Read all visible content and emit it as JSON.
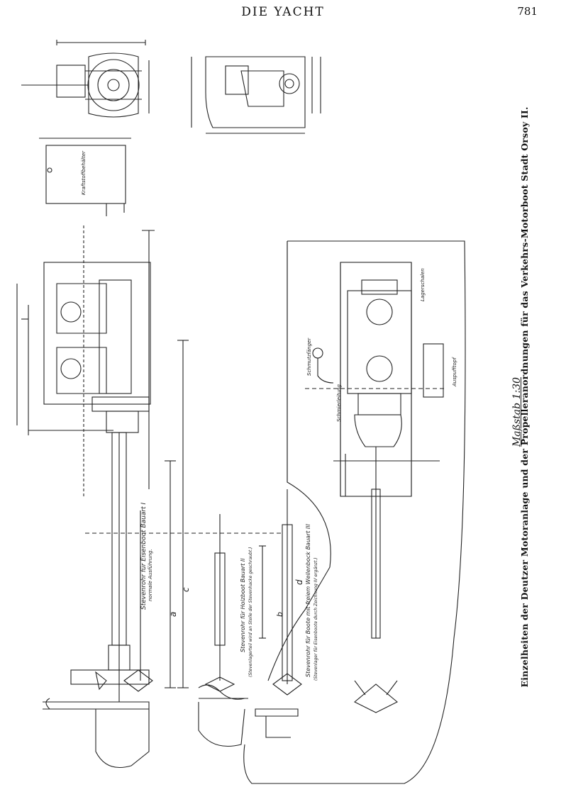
{
  "header": {
    "title": "DIE YACHT",
    "page_number": "781"
  },
  "caption": "Einzelheiten der Deutzer Motoranlage und der Propelleranordnungen für das Verkehrs-Motorboot Stadt Orsoy II.",
  "scale_note": "Maßstab 1:30",
  "labels": {
    "steven_i": "Stevenrohr für Eisenboot Bauart I",
    "steven_i_sub": "normale Ausführung.",
    "steven_ii": "Stevenrohr für Holzboot Bauart II",
    "steven_ii_sub": "(Stevenlagerteil wird an Stelle der Stevenhacke geschraubt.)",
    "steven_iii": "Stevenrohr für Boote mit freiem Wellenbock Bauart III",
    "steven_iii_sub": "(Stevenlager für Eisenboote durch Zeichnung IV ergänzt.)",
    "dim_a": "a",
    "dim_c": "c",
    "dim_d": "d",
    "dim_b": "b",
    "schmutzfaenger": "Schmutzfänger",
    "kraftstoff": "Kraftstoffbehälter",
    "auspuff": "Auspufftopf",
    "schmierleitung": "Schmierleitung",
    "lagerschalen": "Lagerschalen"
  }
}
